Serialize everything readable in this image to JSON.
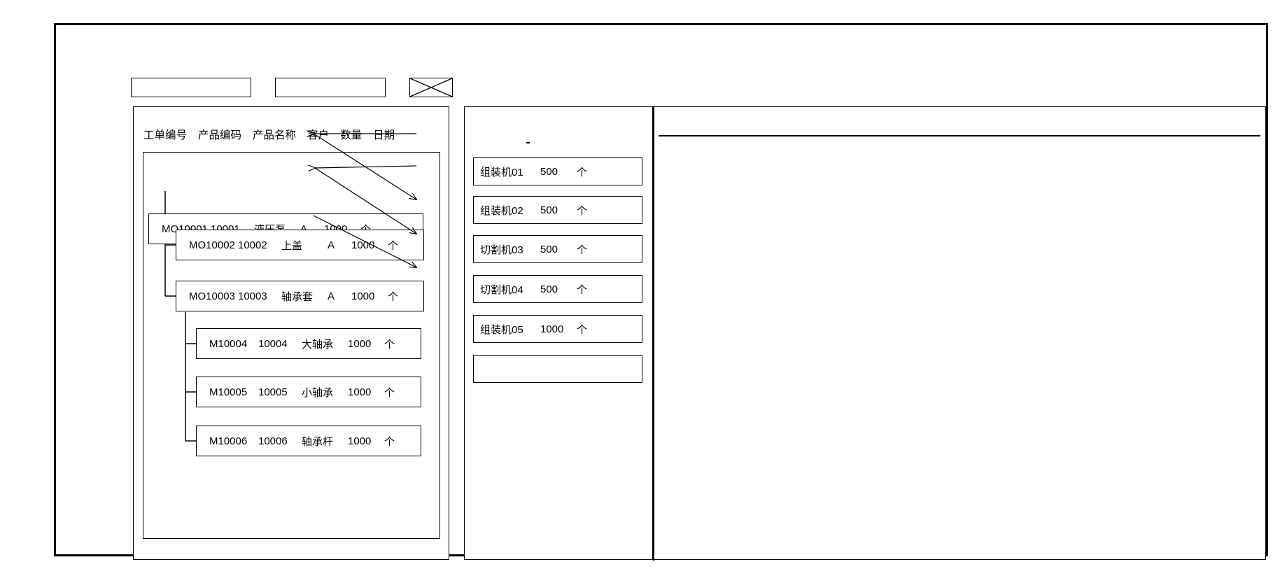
{
  "window": {
    "title": ""
  },
  "toolbar": {
    "field_1_value": "",
    "field_2_value": "",
    "image_placeholder_name": "image-placeholder-icon"
  },
  "left_panel": {
    "columns": [
      "工单编号",
      "产品编码",
      "产品名称",
      "客户",
      "数量",
      "日期"
    ],
    "rows": [
      {
        "level": 0,
        "order_no": "MO10001",
        "product_code": "10001",
        "product_name": "液压泵",
        "customer": "A",
        "quantity": "1000",
        "unit": "个",
        "date": ""
      },
      {
        "level": 1,
        "order_no": "MO10002",
        "product_code": "10002",
        "product_name": "上盖",
        "customer": "A",
        "quantity": "1000",
        "unit": "个",
        "date": ""
      },
      {
        "level": 1,
        "order_no": "MO10003",
        "product_code": "10003",
        "product_name": "轴承套",
        "customer": "A",
        "quantity": "1000",
        "unit": "个",
        "date": ""
      },
      {
        "level": 2,
        "order_no": "M10004",
        "product_code": "10004",
        "product_name": "大轴承",
        "customer": "",
        "quantity": "1000",
        "unit": "个",
        "date": ""
      },
      {
        "level": 2,
        "order_no": "M10005",
        "product_code": "10005",
        "product_name": "小轴承",
        "customer": "",
        "quantity": "1000",
        "unit": "个",
        "date": ""
      },
      {
        "level": 2,
        "order_no": "M10006",
        "product_code": "10006",
        "product_name": "轴承杆",
        "customer": "",
        "quantity": "1000",
        "unit": "个",
        "date": ""
      }
    ]
  },
  "middle_panel": {
    "machines": [
      {
        "name": "组装机01",
        "quantity": "500",
        "unit": "个"
      },
      {
        "name": "组装机02",
        "quantity": "500",
        "unit": "个"
      },
      {
        "name": "切割机03",
        "quantity": "500",
        "unit": "个"
      },
      {
        "name": "切割机04",
        "quantity": "500",
        "unit": "个"
      },
      {
        "name": "组装机05",
        "quantity": "1000",
        "unit": "个"
      },
      {
        "name": "",
        "quantity": "",
        "unit": ""
      }
    ]
  },
  "right_panel": {
    "header_text": "",
    "body_text": ""
  },
  "colors": {
    "stroke": "#000000",
    "background": "#ffffff",
    "text": "#000000"
  }
}
